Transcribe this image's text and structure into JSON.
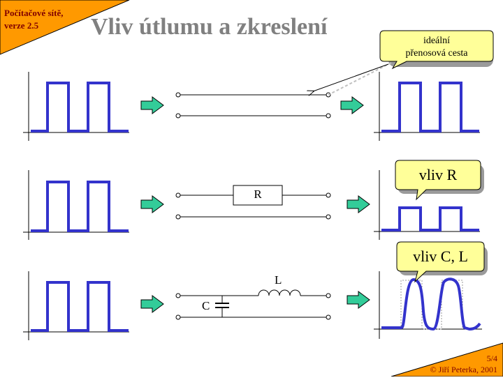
{
  "header": {
    "course_line1": "Počítačové sítě,",
    "course_line2": "verze 2.5",
    "title": "Vliv útlumu a zkreslení"
  },
  "callouts": {
    "ideal_line1": "ideální",
    "ideal_line2": "přenosová cesta",
    "vliv_r": "vliv R",
    "vliv_cl": "vliv C, L"
  },
  "components": {
    "resistor": "R",
    "capacitor": "C",
    "inductor": "L"
  },
  "footer": {
    "page": "5/4",
    "copyright": "© Jiří Peterka, 2001"
  },
  "colors": {
    "corner_fill": "#FF9900",
    "corner_text": "#800000",
    "title_gray": "#808080",
    "signal_blue": "#3333CC",
    "arrow_green": "#33CC99",
    "callout_fill": "#FFFF99"
  }
}
